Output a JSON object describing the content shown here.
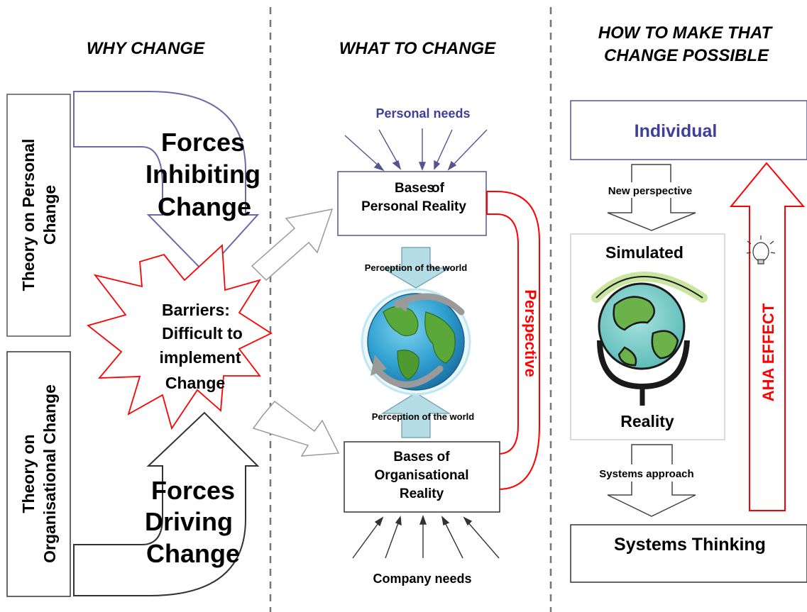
{
  "columns": {
    "why": "WHY CHANGE",
    "what": "WHAT TO CHANGE",
    "how_line1": "HOW TO MAKE THAT",
    "how_line2": "CHANGE POSSIBLE"
  },
  "left": {
    "personal_theory_line1": "Theory on Personal",
    "personal_theory_line2": "Change",
    "org_theory_line1": "Theory on",
    "org_theory_line2": "Organisational Change",
    "inhibiting_line1": "Forces",
    "inhibiting_line2": "Inhibiting",
    "inhibiting_line3": "Change",
    "barriers_line1": "Barriers:",
    "barriers_line2": "Difficult to",
    "barriers_line3": "implement",
    "barriers_line4": "Change",
    "driving_line1": "Forces",
    "driving_line2": "Driving",
    "driving_line3": "Change"
  },
  "middle": {
    "personal_needs": "Personal needs",
    "personal_reality_line1": "Bases",
    "personal_reality_line2": "of",
    "personal_reality_line3": "Personal Reality",
    "perception_top": "Perception of the world",
    "perception_bottom": "Perception of the world",
    "perspective": "Perspective",
    "org_reality_line1": "Bases of",
    "org_reality_line2": "Organisational",
    "org_reality_line3": "Reality",
    "company_needs": "Company needs"
  },
  "right": {
    "individual": "Individual",
    "new_perspective": "New perspective",
    "simulated": "Simulated",
    "reality": "Reality",
    "systems_approach": "Systems approach",
    "systems_thinking": "Systems Thinking",
    "aha_effect": "AHA EFFECT"
  },
  "colors": {
    "purple": "#3f3f9a",
    "red": "#ff0000",
    "blue_arrow": "#b4dde6",
    "grey_line": "#777777"
  }
}
